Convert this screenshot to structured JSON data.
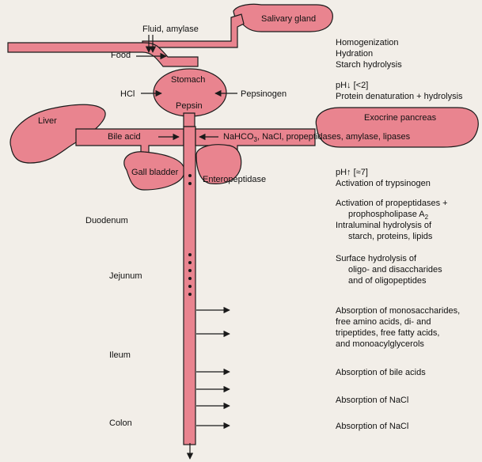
{
  "colors": {
    "organ_fill": "#e9848f",
    "outline": "#1a1a1a",
    "text": "#111111",
    "background": "#f2eee8",
    "ghost_text": "#d8d2ca"
  },
  "organs": {
    "salivary_gland": "Salivary gland",
    "stomach": "Stomach",
    "liver": "Liver",
    "exocrine_pancreas": "Exocrine pancreas",
    "gall_bladder": "Gall bladder"
  },
  "regions": {
    "duodenum": "Duodenum",
    "jejunum": "Jejunum",
    "ileum": "Ileum",
    "colon": "Colon"
  },
  "inputs": {
    "fluid_amylase": "Fluid, amylase",
    "food": "Food",
    "hcl": "HCl",
    "pepsin": "Pepsin",
    "pepsinogen": "Pepsinogen",
    "bile_acid": "Bile acid",
    "pancreatic_secretions_prefix": "NaHCO",
    "pancreatic_secretions_sub": "3",
    "pancreatic_secretions_suffix": ", NaCl, propeptidases, amylase, lipases",
    "enteropeptidase": "Enteropeptidase"
  },
  "notes": {
    "mouth": [
      "Homogenization",
      "Hydration",
      "Starch hydrolysis"
    ],
    "stomach": [
      "pH↓ [<2]",
      "Protein denaturation + hydrolysis"
    ],
    "duodenum_ph": [
      "pH↑ [≈7]",
      "Activation of trypsinogen"
    ],
    "propeptidases_line1": "Activation of propeptidases +",
    "propeptidases_line2_prefix": "prophospholipase A",
    "propeptidases_line2_sub": "2",
    "intraluminal": [
      "Intraluminal hydrolysis of",
      "starch, proteins, lipids"
    ],
    "surface_hydrolysis": [
      "Surface hydrolysis of",
      "oligo- and disaccharides",
      "and of oligopeptides"
    ],
    "absorption_mono": [
      "Absorption of monosaccharides,",
      "free amino acids, di- and",
      "tripeptides, free fatty acids,",
      "and monoacylglycerols"
    ],
    "bile_acids": "Absorption of bile acids",
    "nacl_ileum": "Absorption of NaCl",
    "nacl_colon": "Absorption of NaCl"
  }
}
